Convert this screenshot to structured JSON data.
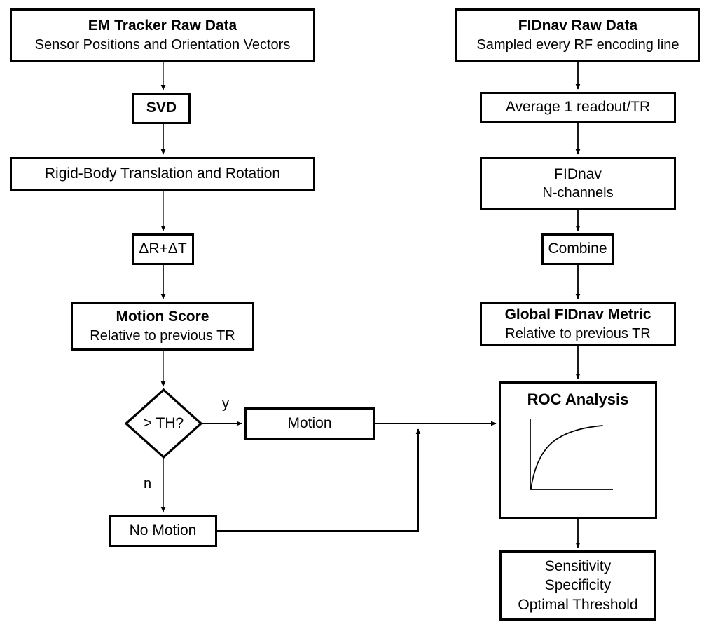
{
  "diagram": {
    "title": "EM Tracker and FIDnav motion detection comparison flowchart",
    "stroke_color": "#000000",
    "background_color": "#ffffff"
  },
  "left_column": {
    "nodes": [
      {
        "id": "em-tracker-raw-data",
        "title": "EM Tracker Raw Data",
        "subtitle": "Sensor Positions and Orientation Vectors",
        "bold_title": true
      },
      {
        "id": "svd",
        "title": "SVD",
        "subtitle": "",
        "bold_title": true
      },
      {
        "id": "rigid-body",
        "title": "Rigid-Body Translation and Rotation",
        "subtitle": "",
        "bold_title": false
      },
      {
        "id": "delta-rt",
        "title": "ΔR+ΔT",
        "subtitle": "",
        "bold_title": false
      },
      {
        "id": "motion-score",
        "title": "Motion Score",
        "subtitle": "Relative to previous TR",
        "bold_title": true
      },
      {
        "id": "threshold-decision",
        "title": "> TH?",
        "subtitle": "",
        "bold_title": false
      },
      {
        "id": "motion",
        "title": "Motion",
        "subtitle": "",
        "bold_title": false
      },
      {
        "id": "no-motion",
        "title": "No Motion",
        "subtitle": "",
        "bold_title": false
      }
    ],
    "edge_labels": {
      "yes": "y",
      "no": "n"
    }
  },
  "right_column": {
    "nodes": [
      {
        "id": "fidnav-raw-data",
        "title": "FIDnav Raw Data",
        "subtitle": "Sampled every RF encoding line",
        "bold_title": true
      },
      {
        "id": "average-readout",
        "title": "Average 1 readout/TR",
        "subtitle": "",
        "bold_title": false
      },
      {
        "id": "fidnav-channels",
        "title": "FIDnav",
        "subtitle": "N-channels",
        "bold_title": false
      },
      {
        "id": "combine",
        "title": "Combine",
        "subtitle": "",
        "bold_title": false
      },
      {
        "id": "global-fidnav-metric",
        "title": "Global FIDnav Metric",
        "subtitle": "Relative to previous TR",
        "bold_title": true
      },
      {
        "id": "roc-analysis",
        "title": "ROC Analysis",
        "subtitle": "",
        "bold_title": true
      },
      {
        "id": "outputs",
        "line1": "Sensitivity",
        "line2": "Specificity",
        "line3": "Optimal Threshold",
        "bold_title": false
      }
    ]
  },
  "roc_chart": {
    "type": "line",
    "title": "ROC Analysis",
    "xlabel": "",
    "ylabel": "",
    "xlim": [
      0,
      1
    ],
    "ylim": [
      0,
      1
    ],
    "grid": false,
    "legend": "none",
    "series": [
      {
        "name": "ROC curve",
        "x": [
          0.0,
          0.02,
          0.05,
          0.1,
          0.18,
          0.28,
          0.4,
          0.55,
          0.72,
          0.9,
          1.0
        ],
        "y": [
          0.0,
          0.28,
          0.45,
          0.6,
          0.71,
          0.79,
          0.85,
          0.9,
          0.93,
          0.955,
          0.96
        ]
      }
    ]
  }
}
